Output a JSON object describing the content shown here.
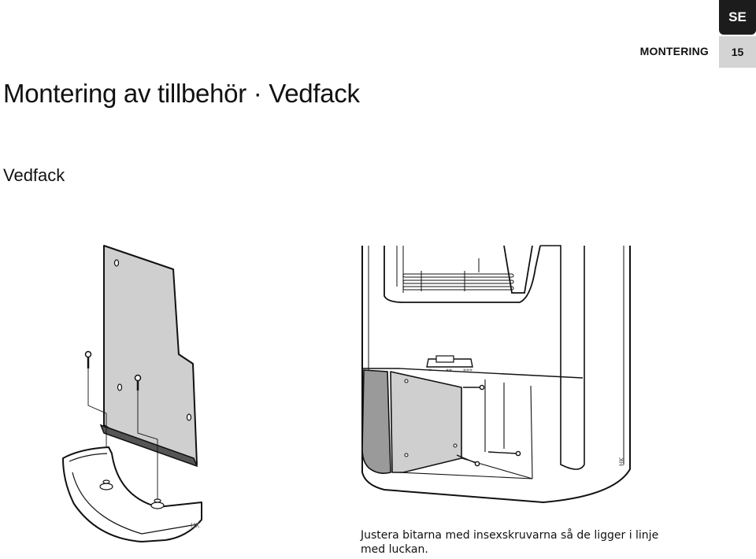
{
  "header": {
    "language_code": "SE",
    "section": "MONTERING",
    "page_number": "15"
  },
  "title": "Montering av tillbehör · Vedfack",
  "subheading": "Vedfack",
  "figures": {
    "left_signature": "HK",
    "right_signature": "HK"
  },
  "caption": "Justera bitarna med insexskruvarna så de ligger i linje med luckan."
}
